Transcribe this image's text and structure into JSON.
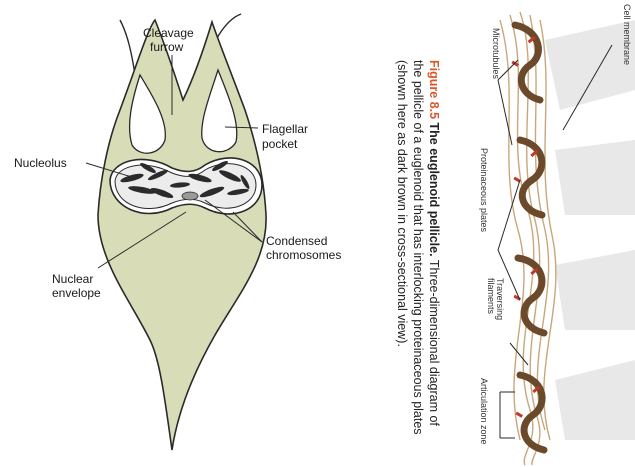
{
  "euglena": {
    "labels": {
      "cleavage_furrow_1": "Cleavage",
      "cleavage_furrow_2": "furrow",
      "flagellar_pocket_1": "Flagellar",
      "flagellar_pocket_2": "pocket",
      "nucleolus": "Nucleolus",
      "condensed_1": "Condensed",
      "condensed_2": "chromosomes",
      "nuclear_1": "Nuclear",
      "nuclear_2": "envelope"
    },
    "colors": {
      "cell_fill": "#d8ddb8",
      "outline": "#2a2a2a"
    }
  },
  "caption": {
    "figure_number": "Figure 8.5",
    "title": "The euglenoid pellicle.",
    "text": "Three-dimensional diagram of the pellicle of a euglenoid that has interlocking proteinaceous plates (shown here as dark brown in cross-sectional view).",
    "colors": {
      "figure_number": "#d9572b"
    }
  },
  "pellicle": {
    "labels": {
      "cell_membrane": "Cell membrane",
      "microtubules": "Microtubules",
      "proteinaceous_plates": "Proteinaceous plates",
      "traversing_filaments_1": "Traversing",
      "traversing_filaments_2": "filaments",
      "articulation_zone": "Articulation zone"
    },
    "colors": {
      "plate": "#6b4a2b",
      "filament": "#c9a77a",
      "microtubule": "#c0392b",
      "shadow": "#e6e6e6"
    }
  }
}
